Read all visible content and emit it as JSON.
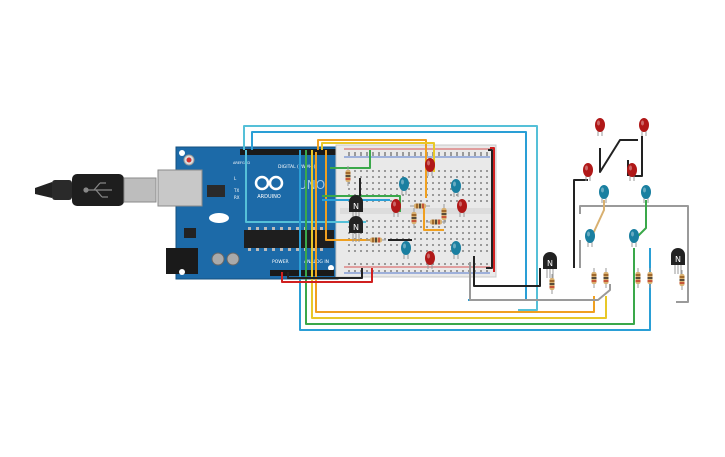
{
  "board": {
    "brand": "ARDUINO",
    "model": "UNO",
    "digital_label": "DIGITAL (PWM~)",
    "power_label": "POWER",
    "analog_label": "ANALOG IN",
    "tx_label": "TX",
    "rx_label": "RX",
    "l_label": "L",
    "aref_label": "AREF",
    "gnd_label": "GND"
  },
  "components": {
    "transistor_label": "N"
  },
  "colors": {
    "board": "#1c6aa8",
    "breadboard": "#e8e8e8",
    "wire_blue": "#2a9fd6",
    "wire_cyan": "#55c0d8",
    "wire_orange": "#f0a020",
    "wire_yellow": "#e8c828",
    "wire_green": "#3aa84a",
    "wire_gray": "#9a9a9a",
    "wire_black": "#222222",
    "wire_red": "#d02020",
    "led_red": "#b01818",
    "led_blue": "#1a7fa0",
    "resistor": "#d8b070"
  }
}
